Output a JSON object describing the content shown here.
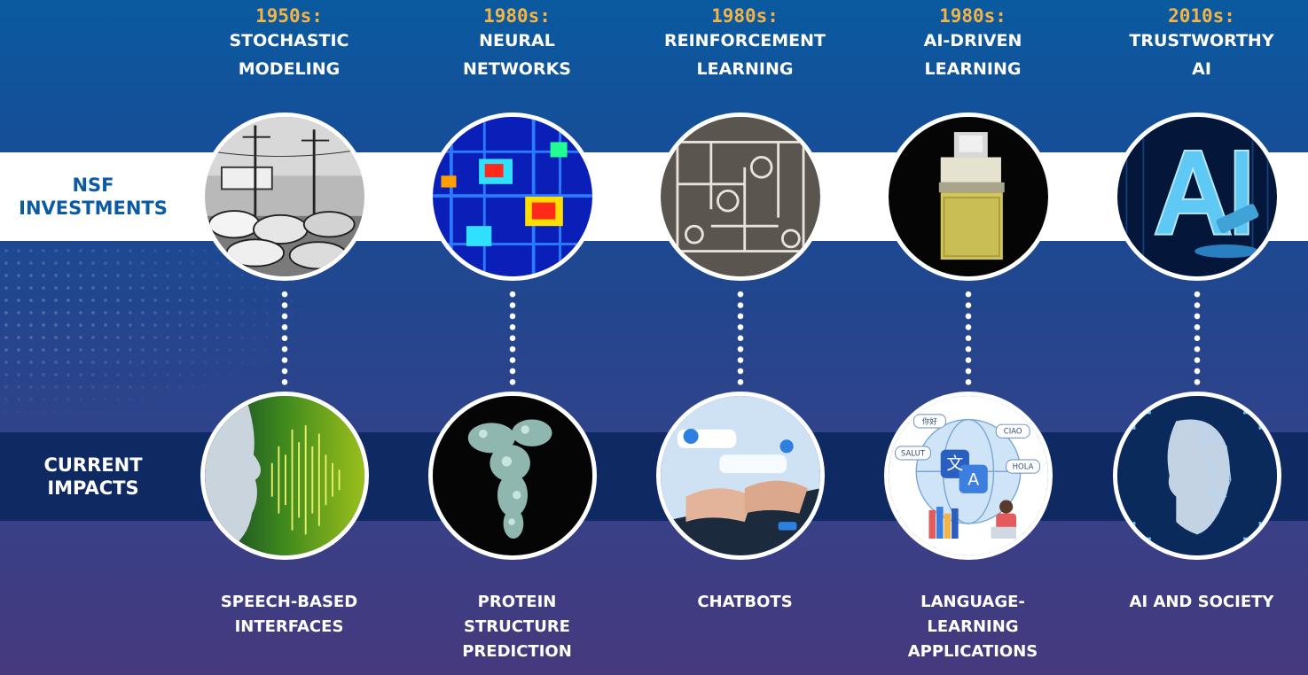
{
  "rows": {
    "investments": "NSF\nINVESTMENTS",
    "impacts": "CURRENT\nIMPACTS"
  },
  "columns": [
    {
      "era": "1950s:",
      "topic": "STOCHASTIC\nMODELING",
      "top_image": "vintage-street-photo",
      "bottom_image": "speech-waveform-photo",
      "impact": "SPEECH-BASED\nINTERFACES"
    },
    {
      "era": "1980s:",
      "topic": "NEURAL\nNETWORKS",
      "top_image": "neural-heatmap-image",
      "bottom_image": "protein-molecule-image",
      "impact": "PROTEIN\nSTRUCTURE\nPREDICTION"
    },
    {
      "era": "1980s:",
      "topic": "REINFORCEMENT\nLEARNING",
      "top_image": "maze-sketch-image",
      "bottom_image": "laptop-chat-photo",
      "impact": "CHATBOTS"
    },
    {
      "era": "1980s:",
      "topic": "AI-DRIVEN\nLEARNING",
      "top_image": "vintage-terminal-photo",
      "bottom_image": "language-globe-illustration",
      "impact": "LANGUAGE-\nLEARNING\nAPPLICATIONS",
      "bubbles": [
        "你好",
        "CIAO",
        "SALUT",
        "HOLA"
      ],
      "glyphs": [
        "文",
        "A"
      ]
    },
    {
      "era": "2010s:",
      "topic": "TRUSTWORTHY\nAI",
      "top_image": "ai-gavel-image",
      "bottom_image": "wireframe-face-image",
      "impact": "AI AND SOCIETY"
    }
  ],
  "colors": {
    "era_gold": "#f2b447",
    "nsf_blue": "#0b5aa5",
    "band_dark": "#0f2a63"
  }
}
